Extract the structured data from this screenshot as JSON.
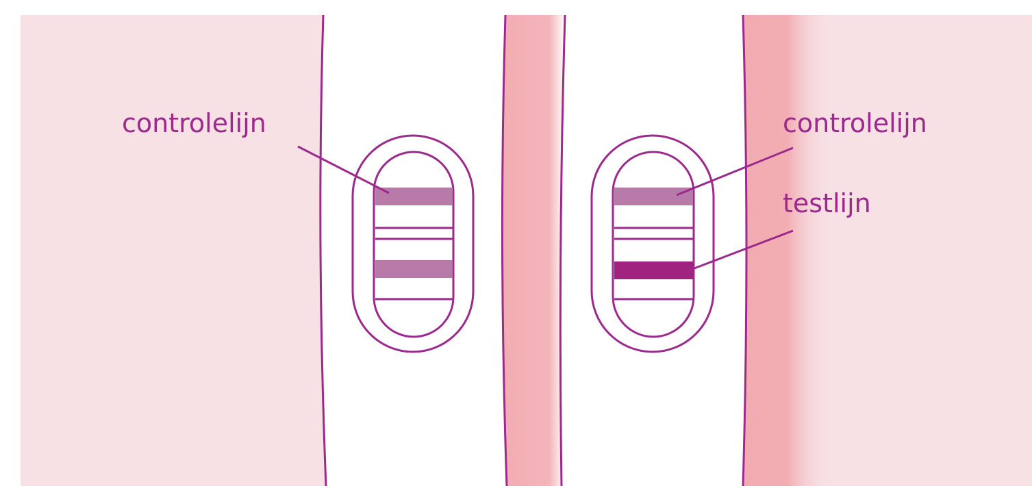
{
  "colors": {
    "background_pink": "#f7e1e5",
    "strip_pink": "#f1a8ae",
    "outline_magenta": "#9b2a8c",
    "faint_line": "#b87aa8",
    "strong_line": "#a0237f",
    "text_magenta": "#9b2a8c",
    "test_white": "#ffffff"
  },
  "left_test": {
    "label_control": "controlelijn"
  },
  "right_test": {
    "label_control": "controlelijn",
    "label_test": "testlijn"
  }
}
